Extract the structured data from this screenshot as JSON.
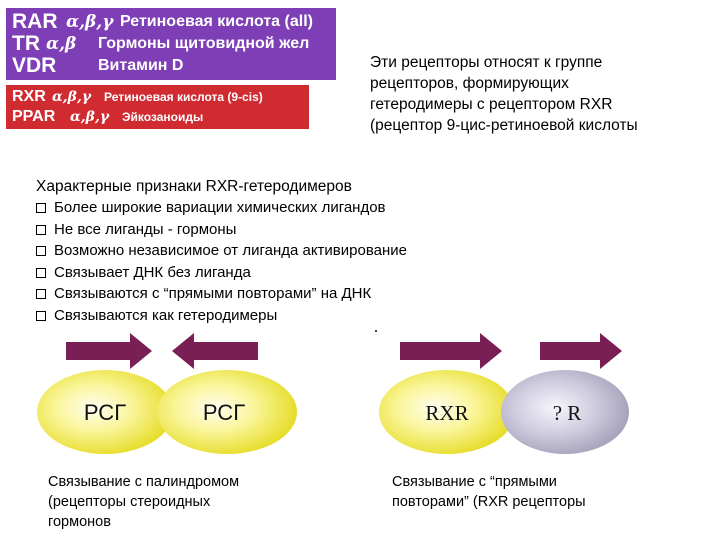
{
  "colors": {
    "purple_box": "#7e3fb6",
    "red_box": "#d12b32",
    "arrow": "#7a1e56",
    "ellipse_yellow": "#f2ea3a",
    "ellipse_gray": "#b8b4c8"
  },
  "receptors_group1": [
    {
      "code": "RAR",
      "greek": "α,β,γ",
      "description": "Ретиноевая кислота (all)"
    },
    {
      "code": "TR",
      "greek": "α,β",
      "description": "Гормоны щитовидной жел"
    },
    {
      "code": "VDR",
      "greek": "",
      "description": "Витамин D"
    }
  ],
  "receptors_group2": [
    {
      "code": "RXR",
      "greek": "α,β,γ",
      "description": "Ретиноевая кислота (9-cis)"
    },
    {
      "code": "PPAR",
      "greek": "α,β,γ",
      "description": "Эйкозаноиды"
    }
  ],
  "note_lines": [
    "Эти рецепторы относят к группе",
    "рецепторов, формирующих",
    "гетеродимеры  с рецептором RXR",
    "(рецептор 9-цис-ретиноевой кислоты"
  ],
  "features": {
    "title": "Характерные признаки  RXR-гетеродимеров",
    "items": [
      "Более широкие вариации химических лигандов",
      "Не все лиганды - гормоны",
      "Возможно независимое от лиганда активирование",
      "Связывает ДНК без лиганда",
      "Связываются  с  “прямыми повторами” на ДНК",
      "Связываются как гетеродимеры"
    ]
  },
  "diagram_left": {
    "ellipse1": "РСГ",
    "ellipse2": "РСГ",
    "caption_lines": [
      "Связывание с палиндромом",
      "(рецепторы стероидных",
      "гормонов"
    ]
  },
  "diagram_right": {
    "ellipse1": "RXR",
    "ellipse2": "? R",
    "caption_lines": [
      "Связывание с “прямыми",
      "повторами” (RXR рецепторы"
    ]
  }
}
